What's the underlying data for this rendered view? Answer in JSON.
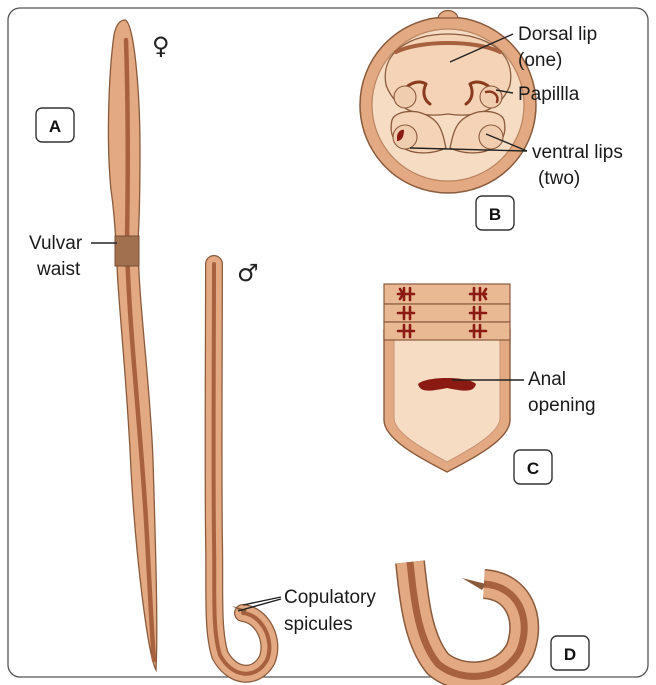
{
  "panels": {
    "a": "A",
    "b": "B",
    "c": "C",
    "d": "D"
  },
  "symbols": {
    "female": "♀",
    "male": "♂"
  },
  "labels": {
    "vulvar_waist_1": "Vulvar",
    "vulvar_waist_2": "waist",
    "dorsal_lip_1": "Dorsal lip",
    "dorsal_lip_2": "(one)",
    "papilla": "Papillla",
    "ventral_lips_1": "ventral lips",
    "ventral_lips_2": "(two)",
    "anal_opening_1": "Anal",
    "anal_opening_2": "opening",
    "copulatory_1": "Copulatory",
    "copulatory_2": "spicules"
  },
  "colors": {
    "body": "#e3a982",
    "body_dark": "#a8613f",
    "outline": "#8a5a3c",
    "waist": "#a0704f",
    "tissue": "#f6dcc3",
    "accent": "#8b1a12"
  }
}
